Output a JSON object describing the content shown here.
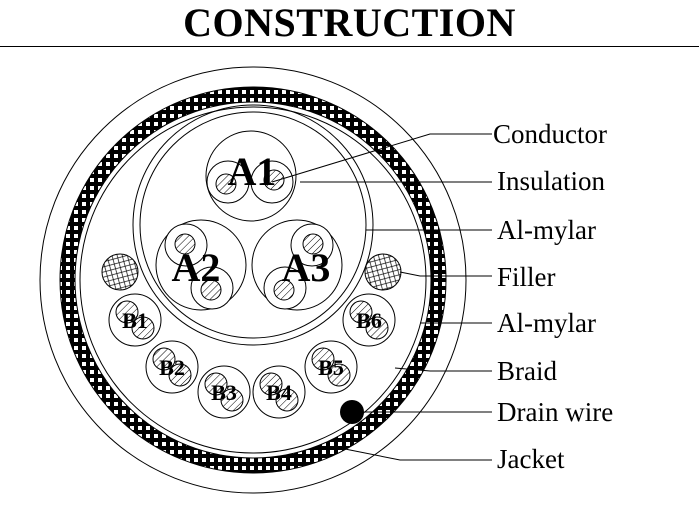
{
  "title": "CONSTRUCTION",
  "callouts": {
    "conductor": "Conductor",
    "insulation": "Insulation",
    "al_mylar_inner": "Al-mylar",
    "filler": "Filler",
    "al_mylar_pair": "Al-mylar",
    "braid": "Braid",
    "drain_wire": "Drain wire",
    "jacket": "Jacket"
  },
  "pairs": {
    "a1": "A1",
    "a2": "A2",
    "a3": "A3",
    "b1": "B1",
    "b2": "B2",
    "b3": "B3",
    "b4": "B4",
    "b5": "B5",
    "b6": "B6"
  }
}
